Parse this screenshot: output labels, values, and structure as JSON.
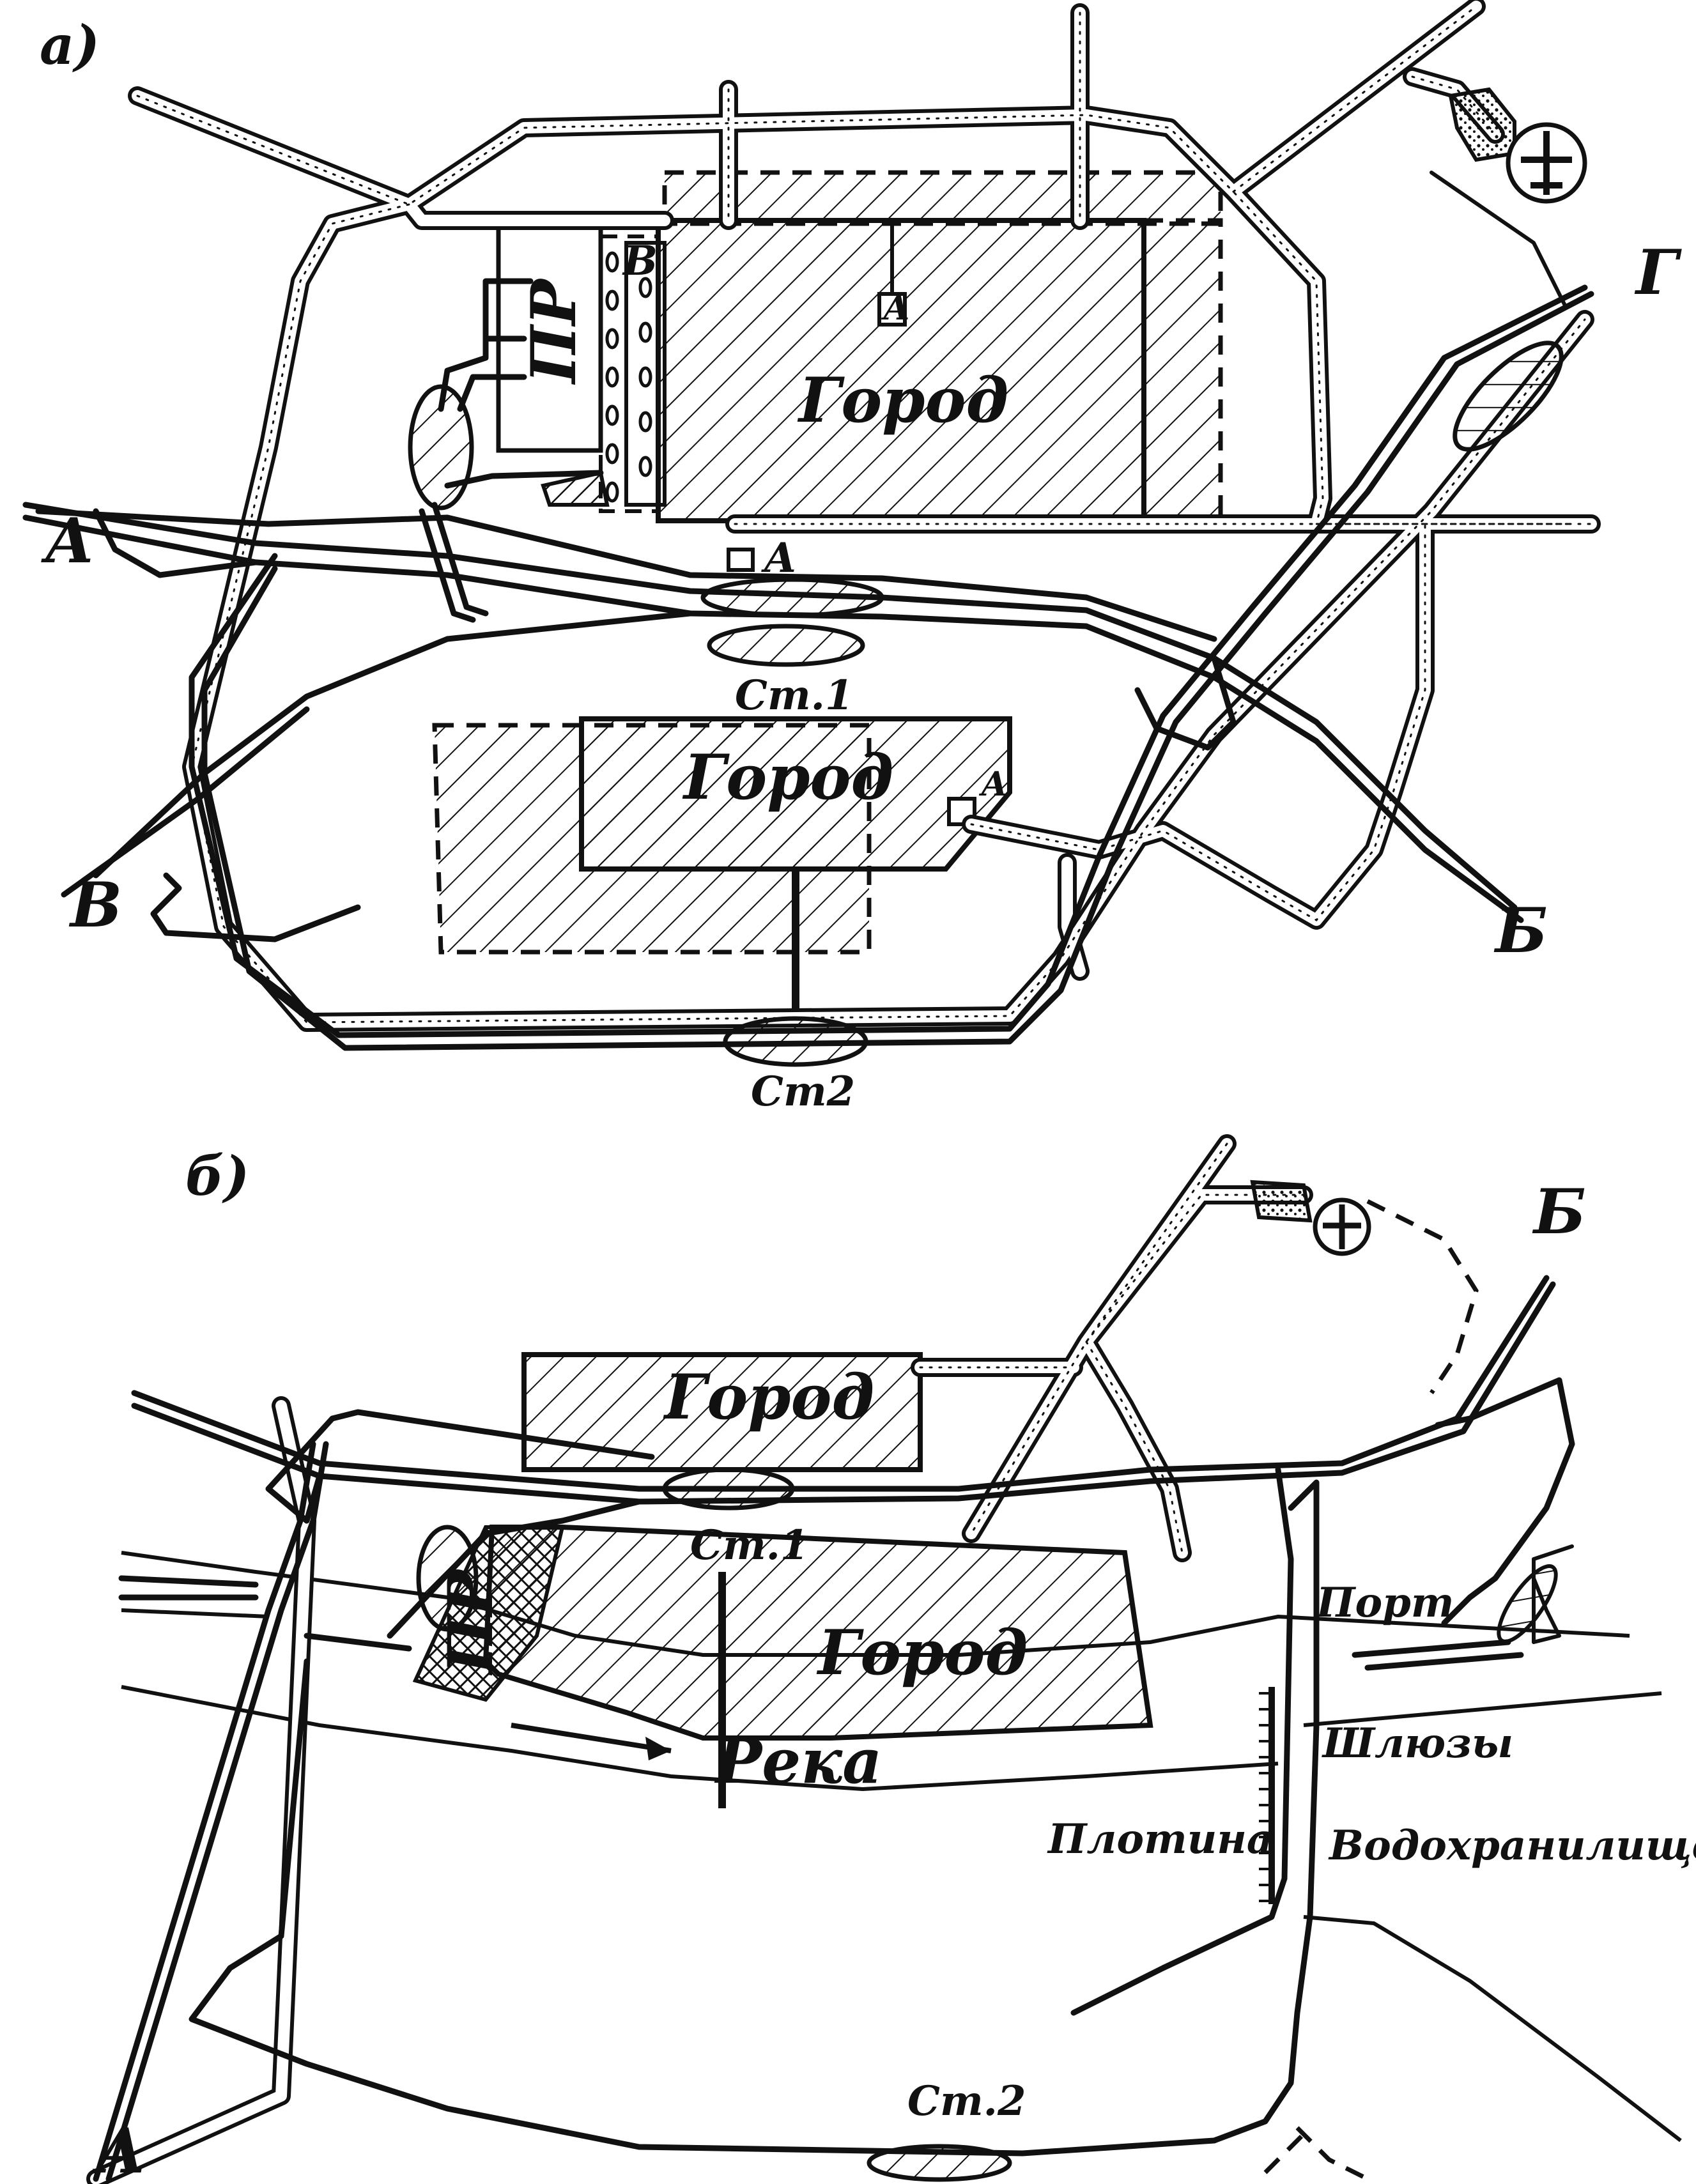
{
  "panel_a": {
    "label": "а)",
    "city_north": "Город",
    "city_south": "Город",
    "station_1": "Ст.1",
    "station_2": "Ст2",
    "industrial_zone": "ПР",
    "warehouse_zone": "В",
    "bus_station_1": "А",
    "bus_station_2": "А",
    "bus_station_3": "А",
    "line_a": "А",
    "line_b": "Б",
    "line_v": "В",
    "line_g": "Г"
  },
  "panel_b": {
    "label": "б)",
    "city_north": "Город",
    "city_south": "Город",
    "station_1": "Ст.1",
    "station_2": "Ст.2",
    "industrial_zone": "ПР",
    "port": "Порт",
    "locks": "Шлюзы",
    "dam": "Плотина",
    "reservoir": "Водохранилище",
    "river": "Река",
    "line_a": "А",
    "line_b": "Б"
  }
}
